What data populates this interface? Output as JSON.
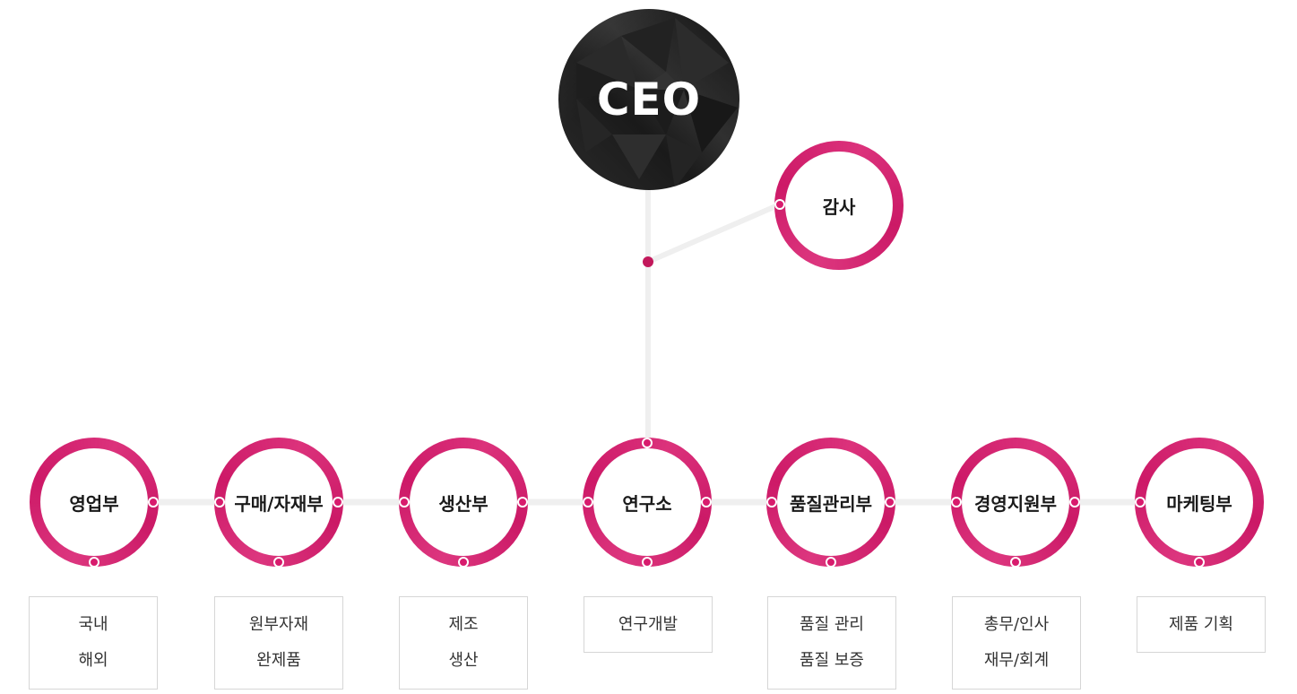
{
  "ceo": {
    "label": "CEO"
  },
  "audit": {
    "label": "감사"
  },
  "departments": [
    {
      "label": "영업부",
      "tasks": [
        "국내",
        "해외"
      ]
    },
    {
      "label": "구매/자재부",
      "tasks": [
        "원부자재",
        "완제품"
      ]
    },
    {
      "label": "생산부",
      "tasks": [
        "제조",
        "생산"
      ]
    },
    {
      "label": "연구소",
      "tasks": [
        "연구개발"
      ]
    },
    {
      "label": "품질관리부",
      "tasks": [
        "품질 관리",
        "품질 보증"
      ]
    },
    {
      "label": "경영지원부",
      "tasks": [
        "총무/인사",
        "재무/회계"
      ]
    },
    {
      "label": "마케팅부",
      "tasks": [
        "제품 기획"
      ]
    }
  ],
  "colors": {
    "accent": "#d81b6d",
    "connector": "#efefef",
    "ceo_fill": "#1f1f1f",
    "box_border": "#d6d6d6"
  }
}
